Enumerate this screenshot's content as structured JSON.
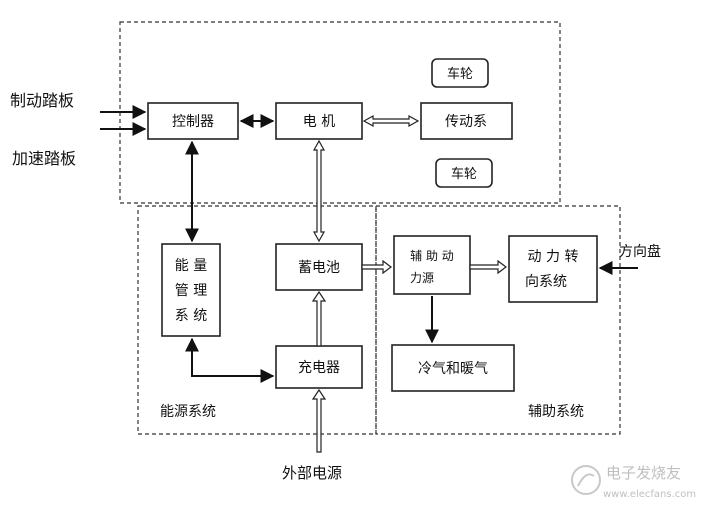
{
  "diagram": {
    "inputs": {
      "brake_pedal": "制动踏板",
      "accel_pedal": "加速踏板",
      "steering_wheel": "方向盘",
      "external_power": "外部电源"
    },
    "blocks": {
      "controller": "控制器",
      "motor": "电  机",
      "transmission": "传动系",
      "wheel_top": "车轮",
      "wheel_bottom": "车轮",
      "energy_mgmt": [
        "能 量",
        "管 理",
        "系 统"
      ],
      "battery": "蓄电池",
      "charger": "充电器",
      "aux_power": [
        "辅 助 动",
        "力源"
      ],
      "power_steering": [
        "动 力 转",
        "向系统"
      ],
      "hvac": "冷气和暖气"
    },
    "regions": {
      "energy_system": "能源系统",
      "aux_system": "辅助系统"
    }
  },
  "watermark": {
    "cn": "电子发烧友",
    "url": "www.elecfans.com"
  }
}
